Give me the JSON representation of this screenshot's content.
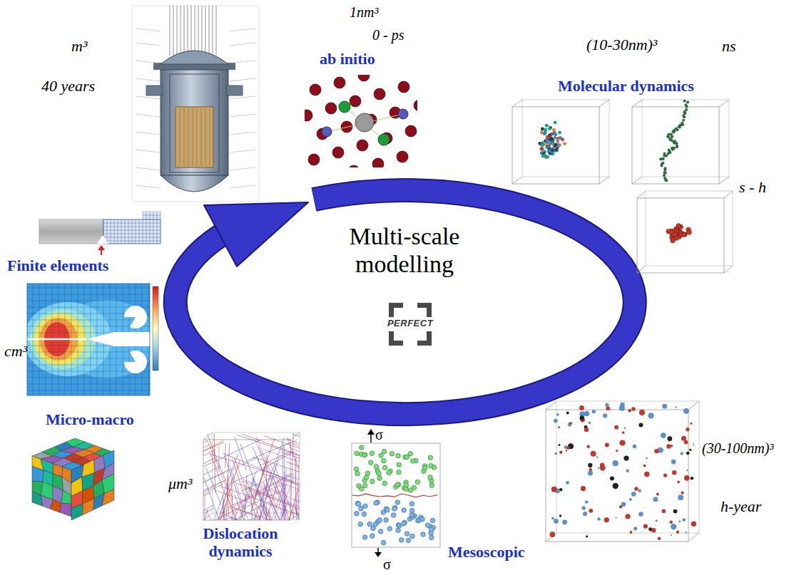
{
  "diagram": {
    "labels": [
      "m³",
      "40 years",
      "1nm³",
      "0 - ps",
      "ab initio",
      "(10-30nm)³",
      "ns",
      "Molecular dynamics",
      "s - h",
      "(30-100nm)³",
      "h-year",
      "σ",
      "σ",
      "Mesoscopic",
      "Dislocation dynamics",
      "μm³",
      "Micro-macro",
      "cm³",
      "Finite elements",
      "Multi-scale modelling",
      "PERFECT"
    ]
  }
}
